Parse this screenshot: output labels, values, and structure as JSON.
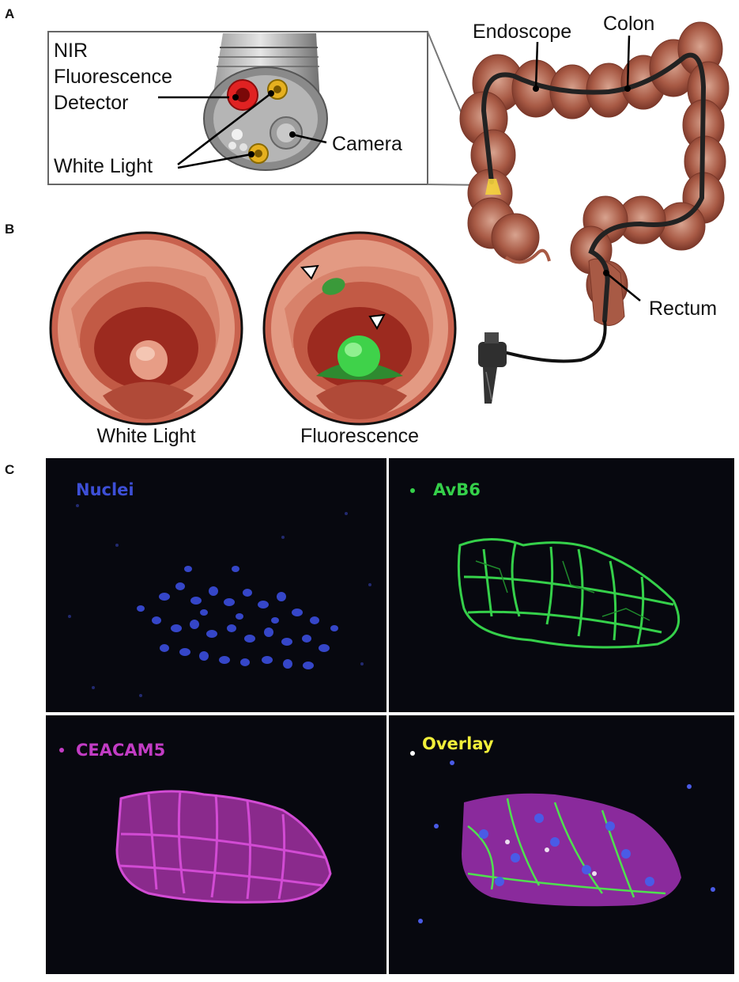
{
  "panels": {
    "a": {
      "letter": "A",
      "labels": {
        "nir_line1": "NIR",
        "nir_line2": "Fluorescence",
        "nir_line3": "Detector",
        "white_light": "White Light",
        "camera": "Camera",
        "endoscope": "Endoscope",
        "colon": "Colon",
        "rectum": "Rectum"
      }
    },
    "b": {
      "letter": "B",
      "left_label": "White Light",
      "right_label": "Fluorescence"
    },
    "c": {
      "letter": "C",
      "images": [
        {
          "label": "Nuclei",
          "color": "#3d4fd6"
        },
        {
          "label": "AvB6",
          "color": "#35d04a"
        },
        {
          "label": "CEACAM5",
          "color": "#c23cc4"
        },
        {
          "label": "Overlay",
          "color": "#f2f03a"
        }
      ]
    }
  },
  "colors": {
    "colon": "#a85a45",
    "tumor_fluorescence": "#3fd24a",
    "nir_detector": "#e02222",
    "white_light_led": "#e6b020"
  }
}
